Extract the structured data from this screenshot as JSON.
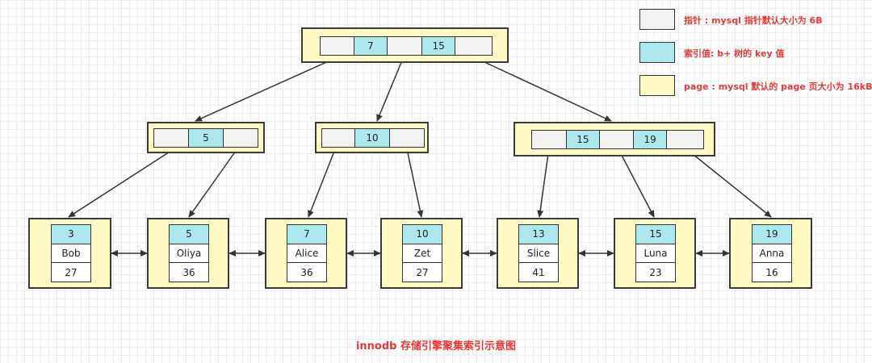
{
  "legend": {
    "pointer": {
      "label": "指针 : mysql 指针默认大小为 6B",
      "color": "#f2f2f2"
    },
    "key": {
      "label": "索引值: b+ 树的 key 值",
      "color": "#aee8ef"
    },
    "page": {
      "label": "page : mysql 默认的 page 页大小为 16kB",
      "color": "#fff9c4"
    }
  },
  "root": {
    "keys": [
      "7",
      "15"
    ]
  },
  "internal": [
    {
      "keys": [
        "5"
      ]
    },
    {
      "keys": [
        "10"
      ]
    },
    {
      "keys": [
        "15",
        "19"
      ]
    }
  ],
  "leaves": [
    {
      "id": "3",
      "name": "Bob",
      "age": "27"
    },
    {
      "id": "5",
      "name": "Oliya",
      "age": "36"
    },
    {
      "id": "7",
      "name": "Alice",
      "age": "36"
    },
    {
      "id": "10",
      "name": "Zet",
      "age": "27"
    },
    {
      "id": "13",
      "name": "Slice",
      "age": "41"
    },
    {
      "id": "15",
      "name": "Luna",
      "age": "23"
    },
    {
      "id": "19",
      "name": "Anna",
      "age": "16"
    }
  ],
  "caption": "innodb 存储引擎聚集索引示意图"
}
